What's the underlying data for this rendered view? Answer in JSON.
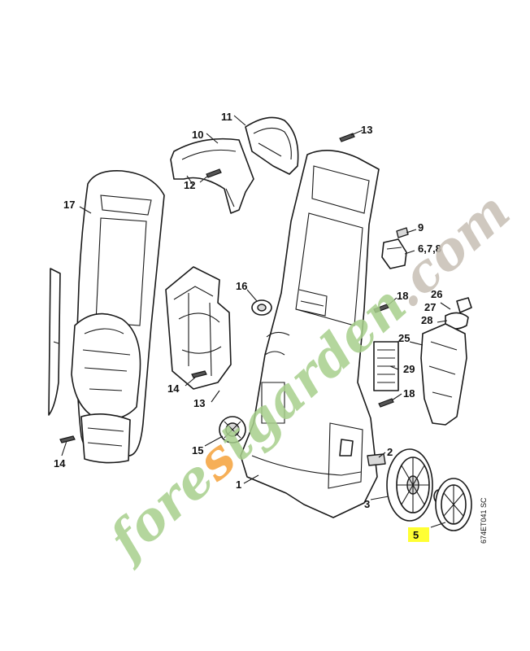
{
  "callouts": {
    "c1": "1",
    "c2": "2",
    "c3": "3",
    "c5": "5",
    "c678": "6,7,8",
    "c9": "9",
    "c10": "10",
    "c11": "11",
    "c12": "12",
    "c13a": "13",
    "c13b": "13",
    "c14a": "14",
    "c14b": "14",
    "c15": "15",
    "c16": "16",
    "c17": "17",
    "c18a": "18",
    "c18b": "18",
    "c25": "25",
    "c26": "26",
    "c27": "27",
    "c28": "28",
    "c29": "29"
  },
  "highlighted_callout": "5",
  "highlight_color": "#ffff33",
  "reference_code": "674ET041 SC",
  "watermark": {
    "text": "forestgarden.com",
    "color_green": "#a8d08d",
    "color_orange": "#f5a23a",
    "color_grey": "#c7bfb5"
  }
}
